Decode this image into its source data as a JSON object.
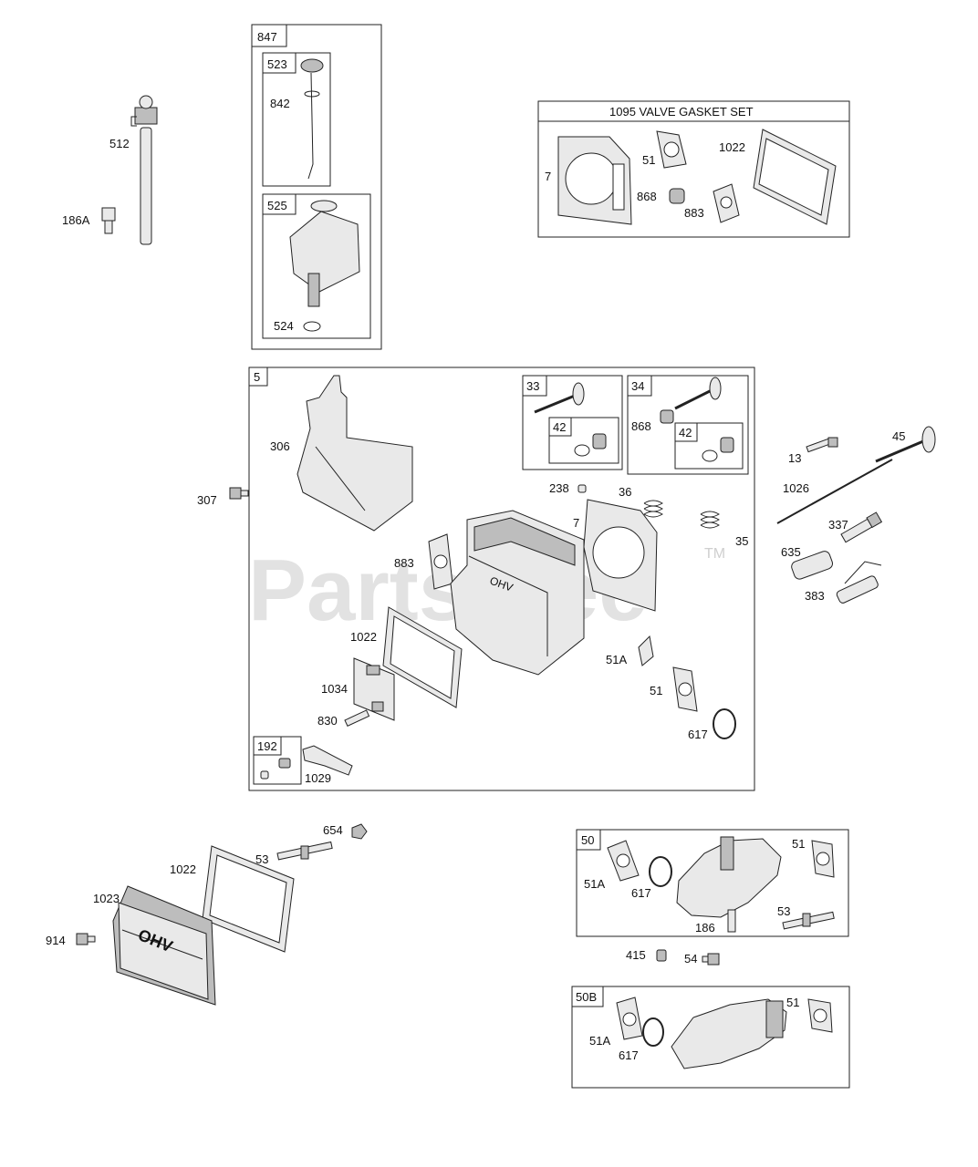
{
  "watermark": {
    "brand": "PartsTree",
    "tm": "TM"
  },
  "labels": {
    "l512": "512",
    "l186A": "186A",
    "l847": "847",
    "l523": "523",
    "l842": "842",
    "l525": "525",
    "l524": "524",
    "kit_title": "1095 VALVE GASKET SET",
    "k7": "7",
    "k51": "51",
    "k1022": "1022",
    "k868": "868",
    "k883": "883",
    "l5": "5",
    "l306": "306",
    "l307": "307",
    "l33": "33",
    "l42a": "42",
    "l34": "34",
    "l868b": "868",
    "l42b": "42",
    "l238": "238",
    "l36": "36",
    "l7b": "7",
    "l35": "35",
    "l883b": "883",
    "l1022b": "1022",
    "l1034": "1034",
    "l830": "830",
    "l192": "192",
    "l1029": "1029",
    "l51Ab": "51A",
    "l51b": "51",
    "l617b": "617",
    "l13": "13",
    "l45": "45",
    "l1026": "1026",
    "l337": "337",
    "l635": "635",
    "l383": "383",
    "l654": "654",
    "l53a": "53",
    "l1022c": "1022",
    "l1023": "1023",
    "l914": "914",
    "l50": "50",
    "l51Ac": "51A",
    "l617c": "617",
    "l51c": "51",
    "l53b": "53",
    "l186": "186",
    "l415": "415",
    "l54": "54",
    "l50B": "50B",
    "l51Ad": "51A",
    "l617d": "617",
    "l51d": "51"
  },
  "engine_cover_text": "OHV",
  "colors": {
    "line": "#222222",
    "part_fill": "#e9e9e9",
    "shadow": "#bdbdbd",
    "watermark": "#d9d9d9"
  }
}
